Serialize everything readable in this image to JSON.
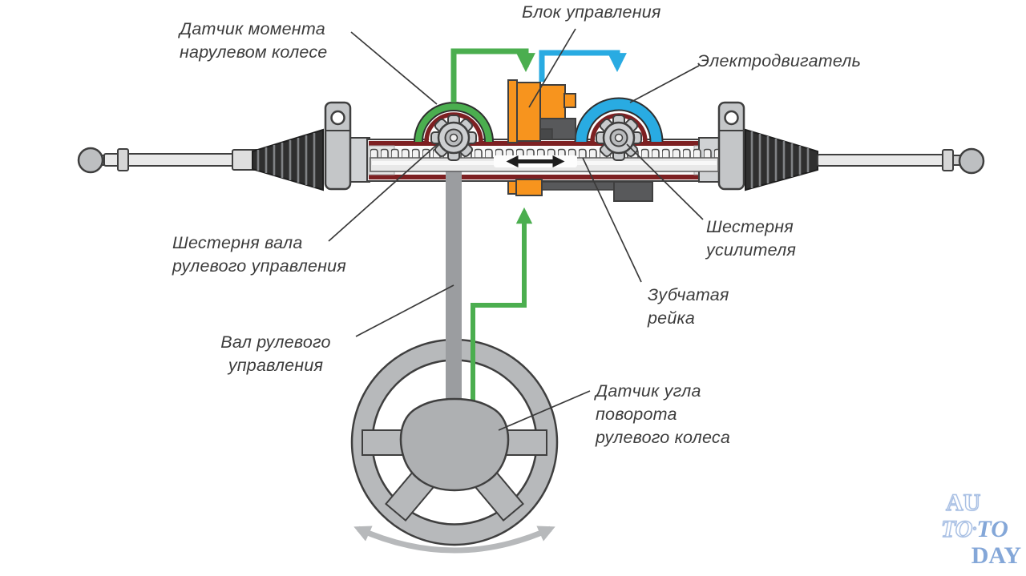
{
  "diagram_type": "electric-power-steering-scheme",
  "labels": {
    "torque_sensor": "Датчик момента\nнарулевом колесе",
    "control_unit": "Блок управления",
    "motor": "Электродвигатель",
    "pinion": "Шестерня вала\nрулевого управления",
    "steering_shaft": "Вал рулевого\nуправления",
    "rack": "Зубчатая\nрейка",
    "assist_gear": "Шестерня\nусилителя",
    "angle_sensor": "Датчик угла\nповорота\nрулевого колеса"
  },
  "icons": {
    "torque_sensor_signal": "green-elbow-arrow",
    "angle_sensor_signal": "green-up-arrow",
    "control_to_motor_signal": "blue-elbow-arrow",
    "rack_travel": "black-double-headed-arrow",
    "wheel_rotation": "gray-curved-double-arrow"
  },
  "colors": {
    "signal_green": "#4bae4f",
    "signal_blue": "#29abe2",
    "ecu_orange": "#f7941e",
    "housing_maroon": "#7d2022",
    "metal_light": "#e8e8e8",
    "metal_mid": "#b7b9bb",
    "metal_dark": "#58595b",
    "label_text": "#3c3c3c",
    "watermark_blue": "#84a7d8"
  },
  "watermark": {
    "line1": "AU",
    "line2_left": "TO",
    "line2_dot": "◦",
    "line2_right": "TO",
    "line3": "DAY"
  }
}
